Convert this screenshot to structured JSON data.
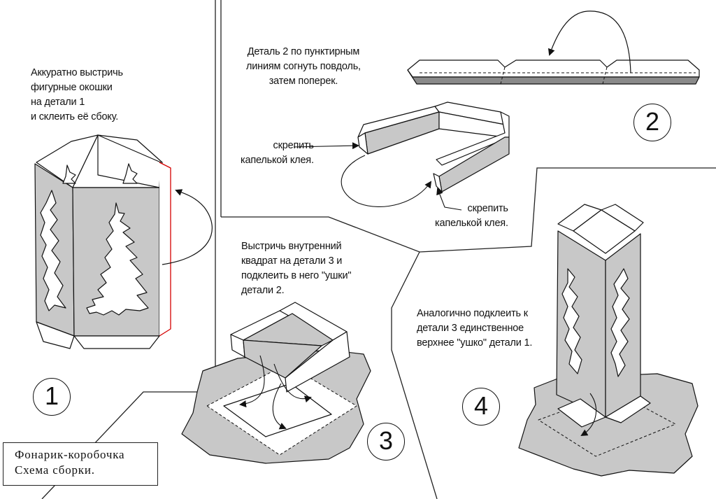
{
  "steps": [
    {
      "number": "1",
      "text": [
        "Аккуратно выстричь",
        "фигурные окошки",
        "на детали 1",
        "и  склеить её сбоку."
      ]
    },
    {
      "number": "2",
      "text": [
        "Деталь 2  по пунктирным",
        "линиям согнуть повдоль,",
        "затем поперек."
      ]
    },
    {
      "number": "3",
      "text": [
        "Выстричь внутренний",
        "квадрат на детали 3 и",
        "подклеить  в него  \"ушки\"",
        "детали 2."
      ]
    },
    {
      "number": "4",
      "text": [
        "Аналогично подклеить к",
        "детали 3 единственное",
        "верхнее \"ушко\" детали 1."
      ]
    }
  ],
  "callouts": {
    "glue_left": [
      "скрепить",
      "капелькой клея."
    ],
    "glue_right": [
      "скрепить",
      "капелькой клея."
    ]
  },
  "title_box": {
    "line1": "Фонарик-коробочка",
    "line2": "Схема  сборки."
  },
  "colors": {
    "fill_gray": "#c8c8c8",
    "line": "#111111",
    "red_fold": "#d40000",
    "dark_gray": "#8a8a8a"
  }
}
